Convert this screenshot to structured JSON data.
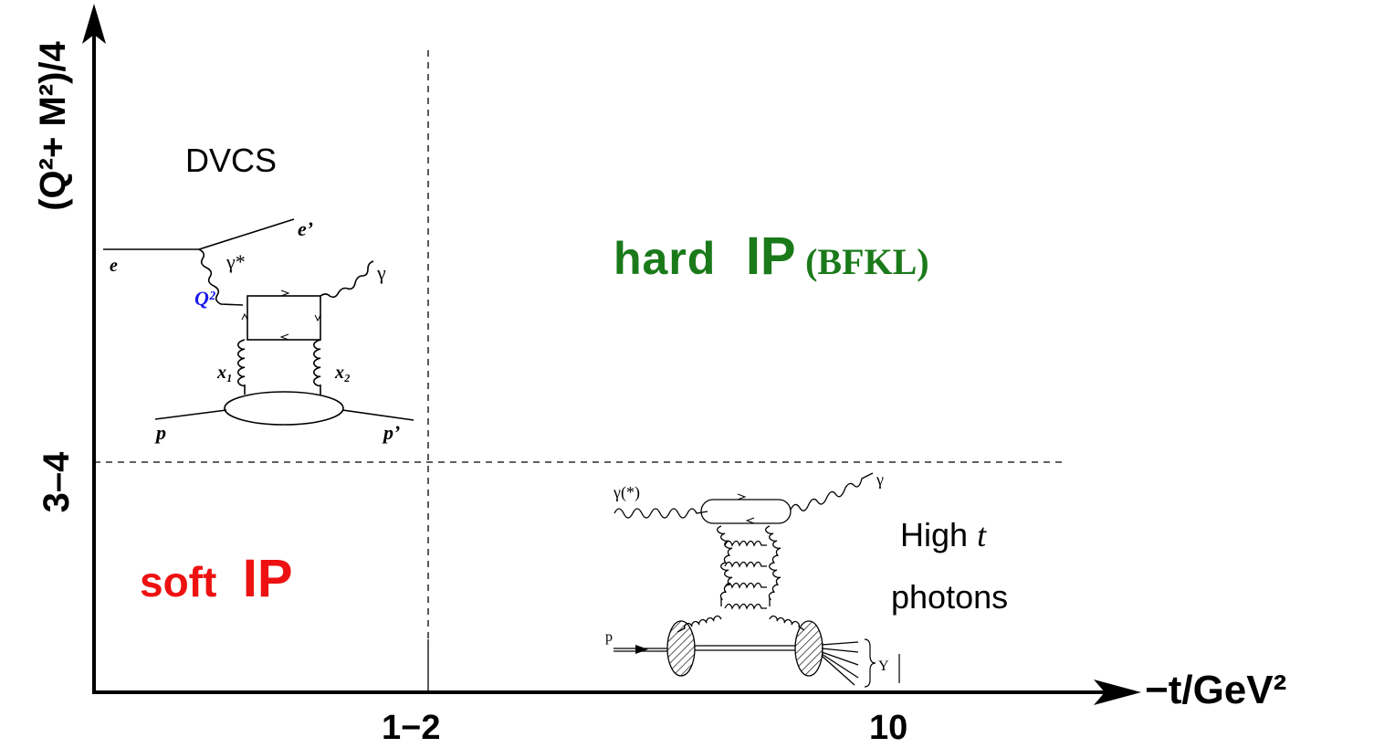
{
  "axes": {
    "y_label": "(Q²+ M²)/4",
    "y_tick": "3–4",
    "x_label": "−t/GeV²",
    "x_tick_1": "1−2",
    "x_tick_2": "10"
  },
  "regions": {
    "dvcs": "DVCS",
    "hard": "hard",
    "pomeron_symbol": "IP",
    "bfkl": "(BFKL)",
    "soft": "soft",
    "high_t_line1": "High",
    "high_t_var": "t",
    "high_t_line2": "photons"
  },
  "dvcs_diagram": {
    "e_in": "e",
    "e_out": "e’",
    "gamma_star": "γ*",
    "q2": "Q²",
    "gamma": "γ",
    "x1": "x₁",
    "x2": "x₂",
    "p_in": "p",
    "p_out": "p’"
  },
  "hight_diagram": {
    "gamma_in": "γ(*)",
    "gamma_out": "γ",
    "proton": "p",
    "y": "Y"
  },
  "colors": {
    "hard": "#1a7a1a",
    "soft": "#ee1111",
    "q2": "#1a1aee",
    "ink": "#000000"
  }
}
